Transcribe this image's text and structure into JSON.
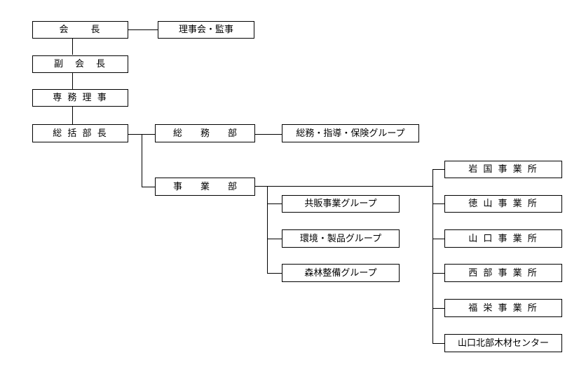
{
  "org": {
    "chairman": "会　　長",
    "board": "理事会・監事",
    "vice_chairman": "副　会　長",
    "executive_director": "専 務 理 事",
    "general_manager": "総 括 部 長",
    "general_affairs": "総　　務　　部",
    "general_affairs_group": "総務・指導・保険グループ",
    "business_dept": "事　　業　　部",
    "business_groups": [
      "共販事業グループ",
      "環境・製品グループ",
      "森林整備グループ"
    ],
    "offices": [
      "岩 国 事 業 所",
      "徳 山 事 業 所",
      "山 口 事 業 所",
      "西 部 事 業 所",
      "福 栄 事 業 所",
      "山口北部木材センター"
    ]
  }
}
